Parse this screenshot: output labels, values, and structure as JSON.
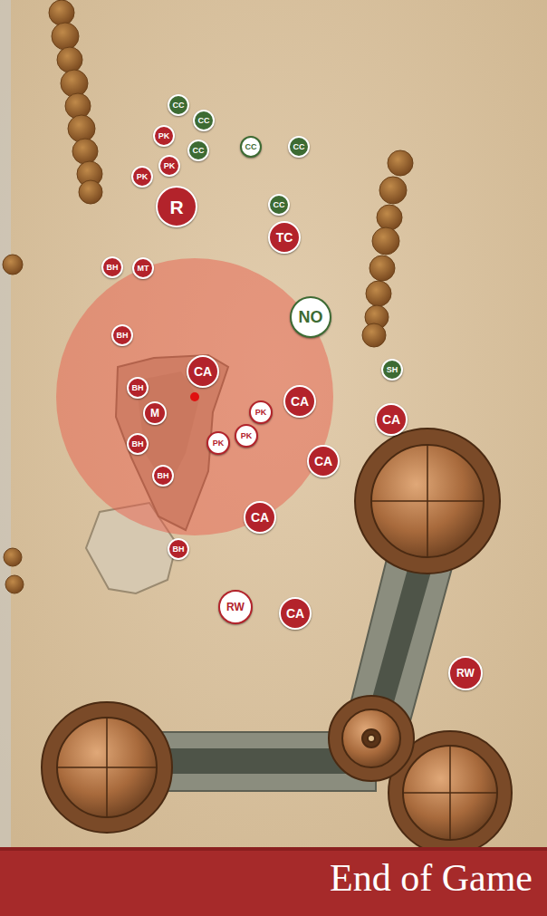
{
  "diagram": {
    "title": "End of Game",
    "nodes": [
      {
        "text": [
          "CC"
        ]
      },
      {
        "text": [
          "CC"
        ]
      },
      {
        "text": [
          "PK"
        ]
      },
      {
        "text": [
          "CC"
        ]
      },
      {
        "text": [
          "CC"
        ]
      },
      {
        "text": [
          "CC"
        ]
      },
      {
        "text": [
          "PK"
        ]
      },
      {
        "text": [
          "PK"
        ]
      },
      {
        "text": [
          "R"
        ]
      },
      {
        "text": [
          "CC"
        ]
      },
      {
        "text": [
          "TC"
        ]
      },
      {
        "text": [
          "BH"
        ]
      },
      {
        "text": [
          "MT"
        ]
      },
      {
        "text": [
          "NO"
        ]
      },
      {
        "text": [
          "BH"
        ]
      },
      {
        "text": [
          "SH"
        ]
      },
      {
        "text": [
          "CA"
        ]
      },
      {
        "text": [
          "BH"
        ]
      },
      {
        "text": [
          "CA"
        ]
      },
      {
        "text": [
          "PK"
        ]
      },
      {
        "text": [
          "M"
        ]
      },
      {
        "text": [
          "CA"
        ]
      },
      {
        "text": [
          "PK"
        ]
      },
      {
        "text": [
          "BH"
        ]
      },
      {
        "text": [
          "PK"
        ]
      },
      {
        "text": [
          "CA"
        ]
      },
      {
        "text": [
          "BH"
        ]
      },
      {
        "text": [
          "CA"
        ]
      },
      {
        "text": [
          "BH"
        ]
      },
      {
        "text": [
          "RW"
        ]
      },
      {
        "text": [
          "CA"
        ]
      },
      {
        "text": [
          "RW"
        ]
      }
    ]
  }
}
